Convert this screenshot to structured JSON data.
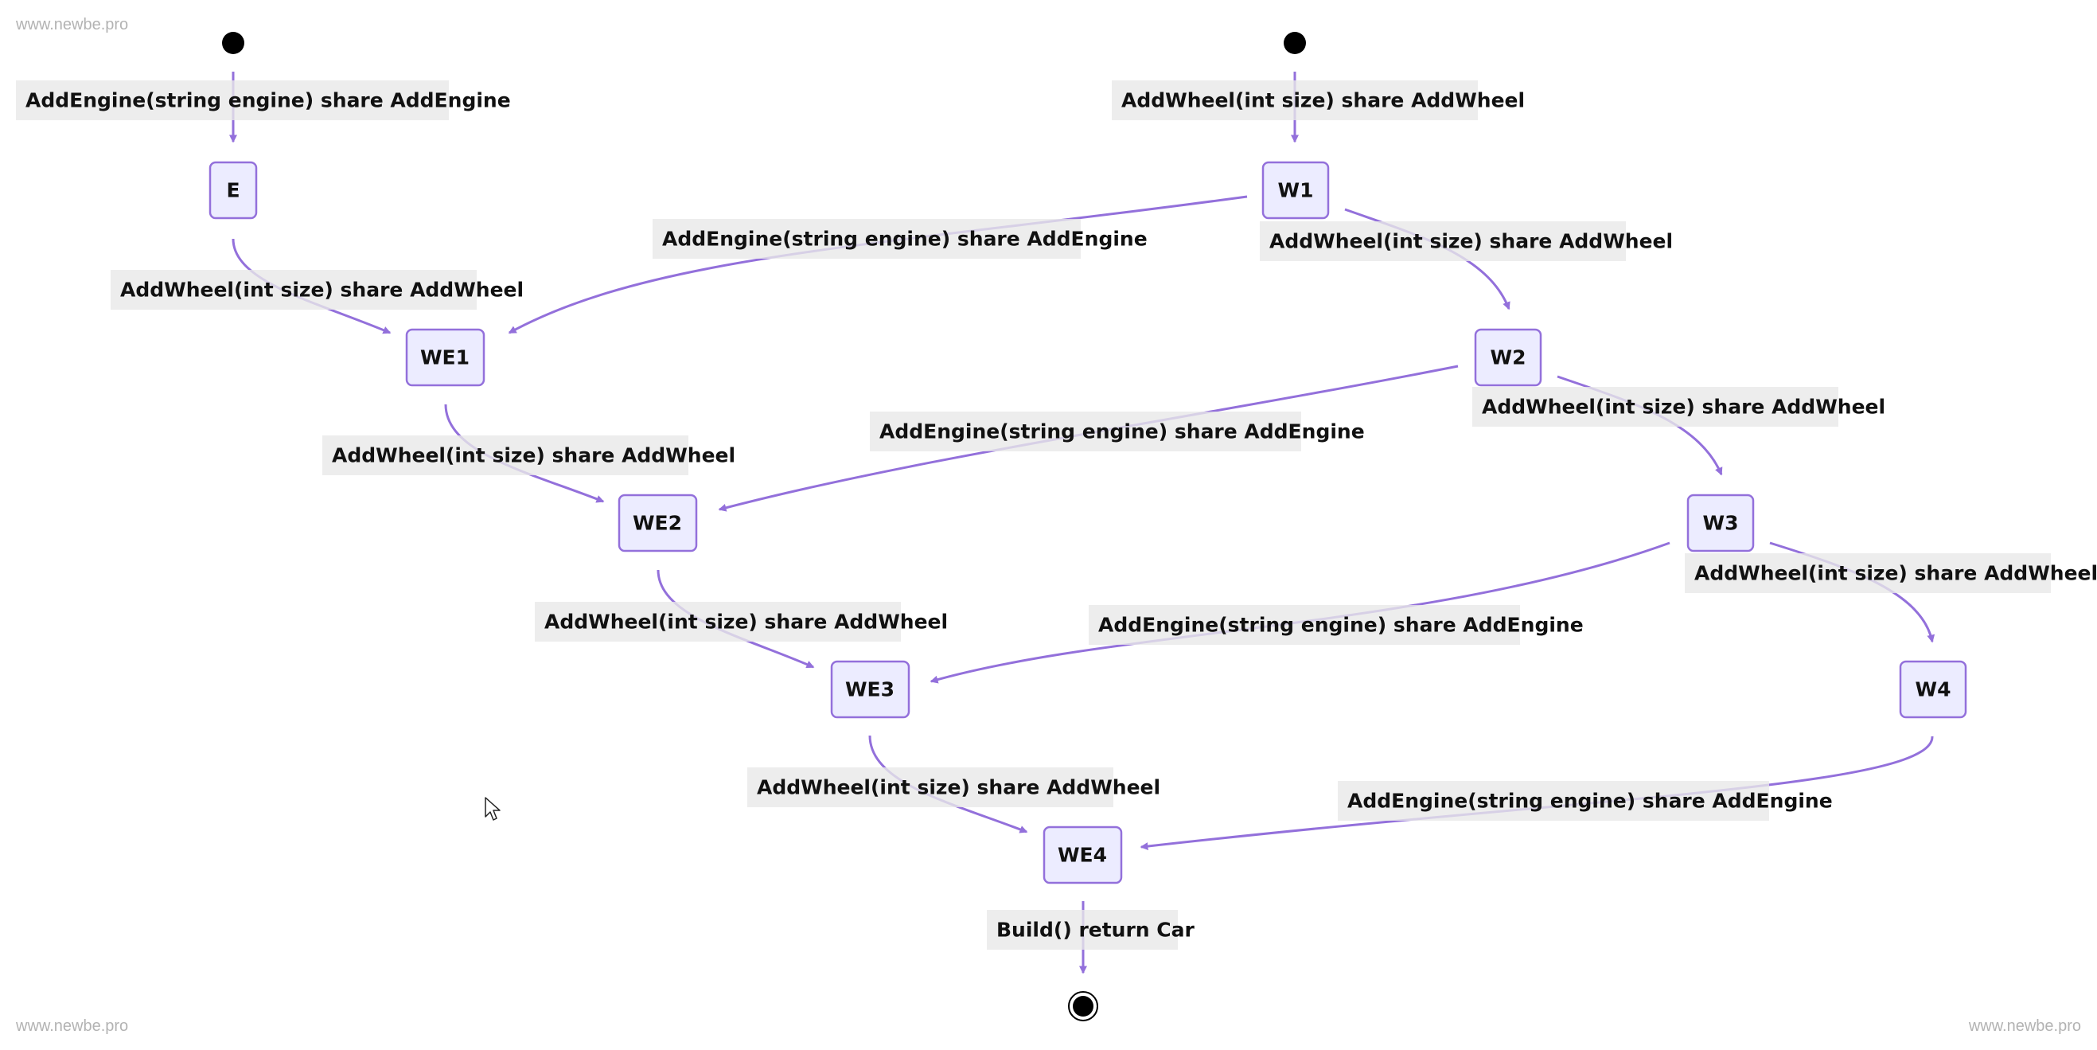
{
  "watermark": {
    "top_left": "www.newbe.pro",
    "bottom_left": "www.newbe.pro",
    "bottom_right": "www.newbe.pro"
  },
  "colors": {
    "edge": "#9370db",
    "node_fill": "#ececff",
    "node_border": "#9370db",
    "label_background": "#e8e8e8",
    "text": "#111111",
    "watermark": "#b3b3b3"
  },
  "diagram": {
    "type": "state-diagram",
    "states": [
      {
        "id": "E",
        "label": "E"
      },
      {
        "id": "W1",
        "label": "W1"
      },
      {
        "id": "WE1",
        "label": "WE1"
      },
      {
        "id": "W2",
        "label": "W2"
      },
      {
        "id": "WE2",
        "label": "WE2"
      },
      {
        "id": "W3",
        "label": "W3"
      },
      {
        "id": "WE3",
        "label": "WE3"
      },
      {
        "id": "W4",
        "label": "W4"
      },
      {
        "id": "WE4",
        "label": "WE4"
      }
    ],
    "start_states": [
      "start-left",
      "start-right"
    ],
    "end_state": "end",
    "transitions": [
      {
        "from": "start-left",
        "to": "E",
        "label": "AddEngine(string engine) share AddEngine"
      },
      {
        "from": "start-right",
        "to": "W1",
        "label": "AddWheel(int size) share AddWheel"
      },
      {
        "from": "E",
        "to": "WE1",
        "label": "AddWheel(int size) share AddWheel"
      },
      {
        "from": "W1",
        "to": "WE1",
        "label": "AddEngine(string engine) share AddEngine"
      },
      {
        "from": "W1",
        "to": "W2",
        "label": "AddWheel(int size) share AddWheel"
      },
      {
        "from": "WE1",
        "to": "WE2",
        "label": "AddWheel(int size) share AddWheel"
      },
      {
        "from": "W2",
        "to": "WE2",
        "label": "AddEngine(string engine) share AddEngine"
      },
      {
        "from": "W2",
        "to": "W3",
        "label": "AddWheel(int size) share AddWheel"
      },
      {
        "from": "WE2",
        "to": "WE3",
        "label": "AddWheel(int size) share AddWheel"
      },
      {
        "from": "W3",
        "to": "WE3",
        "label": "AddEngine(string engine) share AddEngine"
      },
      {
        "from": "W3",
        "to": "W4",
        "label": "AddWheel(int size) share AddWheel"
      },
      {
        "from": "WE3",
        "to": "WE4",
        "label": "AddWheel(int size) share AddWheel"
      },
      {
        "from": "W4",
        "to": "WE4",
        "label": "AddEngine(string engine) share AddEngine"
      },
      {
        "from": "WE4",
        "to": "end",
        "label": "Build() return Car"
      }
    ]
  }
}
